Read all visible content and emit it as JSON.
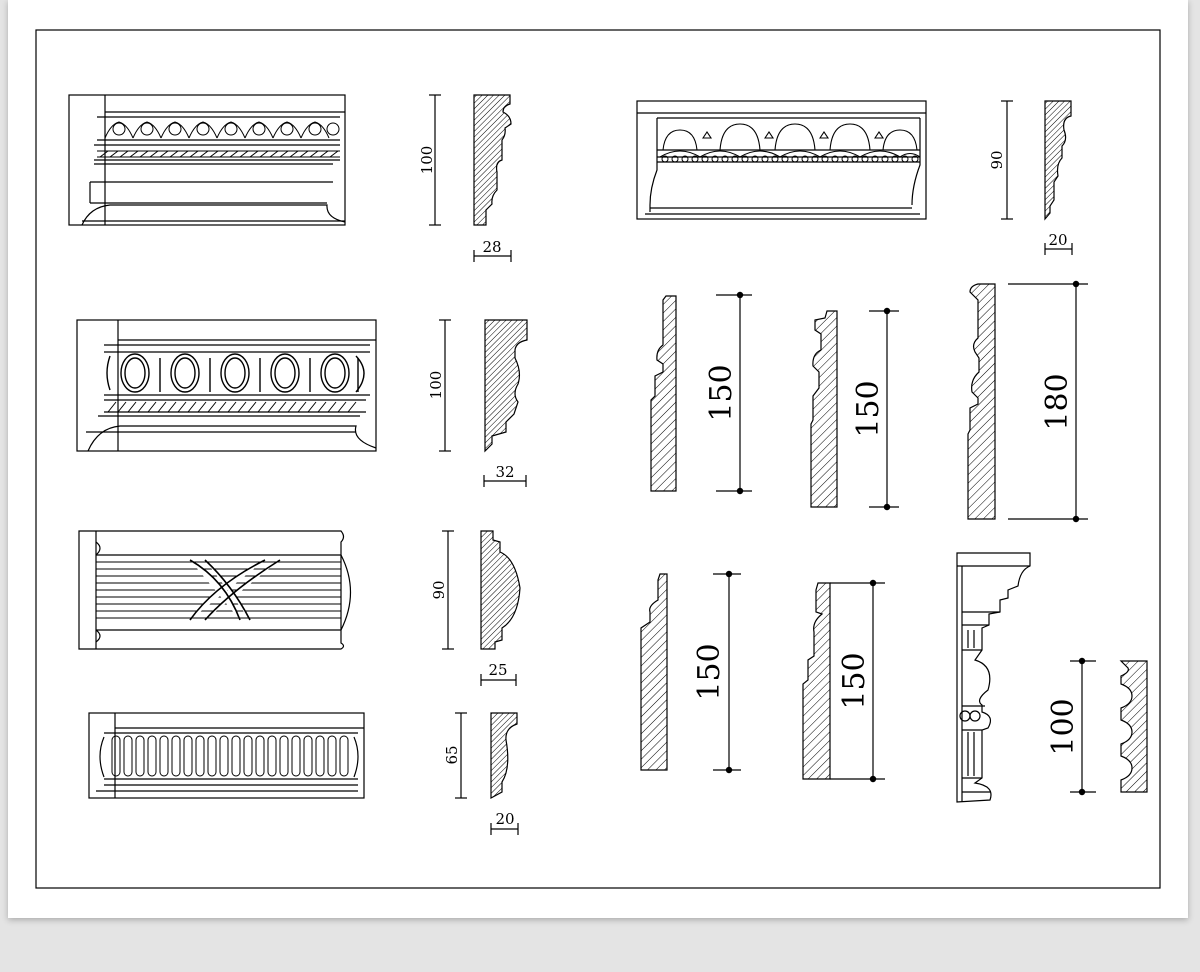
{
  "dimensions": {
    "d1_height": "100",
    "d1_width": "28",
    "d2_height": "100",
    "d2_width": "32",
    "d3_height": "90",
    "d3_width": "25",
    "d4_height": "65",
    "d4_width": "20",
    "d5_height": "90",
    "d5_width": "20",
    "r1": "150",
    "r2": "150",
    "r3": "180",
    "r4": "150",
    "r5": "150",
    "r6": "100"
  }
}
